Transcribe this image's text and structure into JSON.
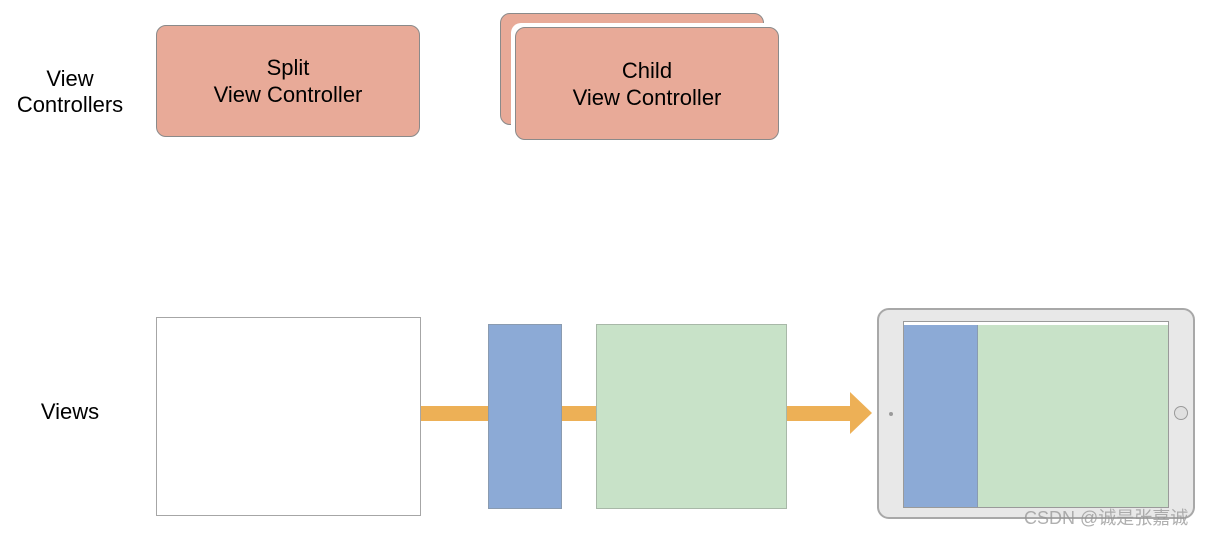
{
  "rows": {
    "view_controllers_label": [
      "View",
      "Controllers"
    ],
    "views_label": "Views"
  },
  "controllers": {
    "split": [
      "Split",
      "View Controller"
    ],
    "child": [
      "Child",
      "View Controller"
    ]
  },
  "watermark": "CSDN @诚是张嘉诚",
  "colors": {
    "controller_fill": "#e8aa98",
    "arrow": "#edb056",
    "primary_view": "#8caad6",
    "secondary_view": "#c8e2c8",
    "ipad_body": "#e8e8e8"
  },
  "icons": [
    "ipad-device-icon",
    "arrow-right-icon"
  ]
}
